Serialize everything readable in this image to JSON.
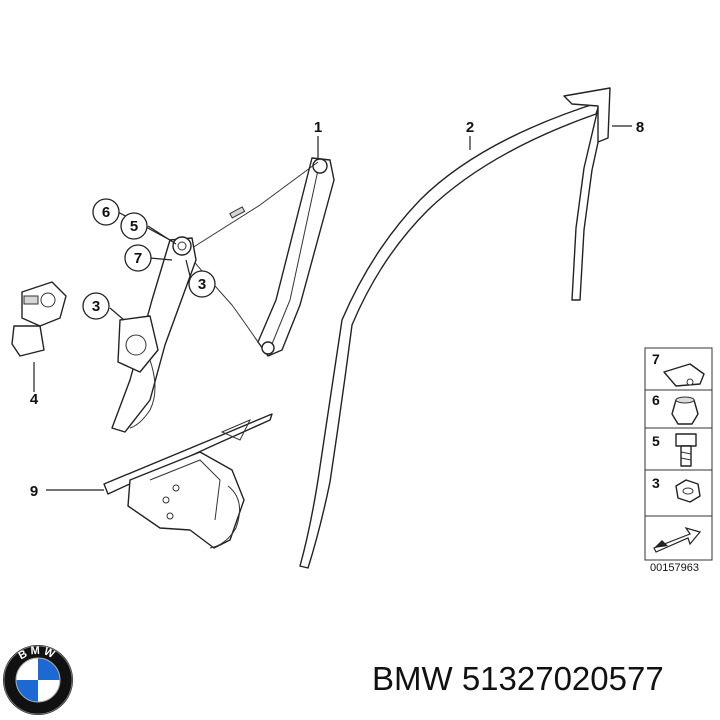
{
  "diagram": {
    "callouts": {
      "c1": "1",
      "c2": "2",
      "c3a": "3",
      "c3b": "3",
      "c4": "4",
      "c5": "5",
      "c6": "6",
      "c7": "7",
      "c8": "8",
      "c9": "9"
    },
    "legend": {
      "items": [
        "7",
        "6",
        "5",
        "3"
      ],
      "reference_id": "00157963"
    }
  },
  "brand": {
    "logo_letters": "BMW",
    "caption": "BMW 51327020577"
  },
  "colors": {
    "line": "#222222",
    "background": "#ffffff",
    "logo_blue": "#1c69d4",
    "logo_ring": "#111111"
  }
}
